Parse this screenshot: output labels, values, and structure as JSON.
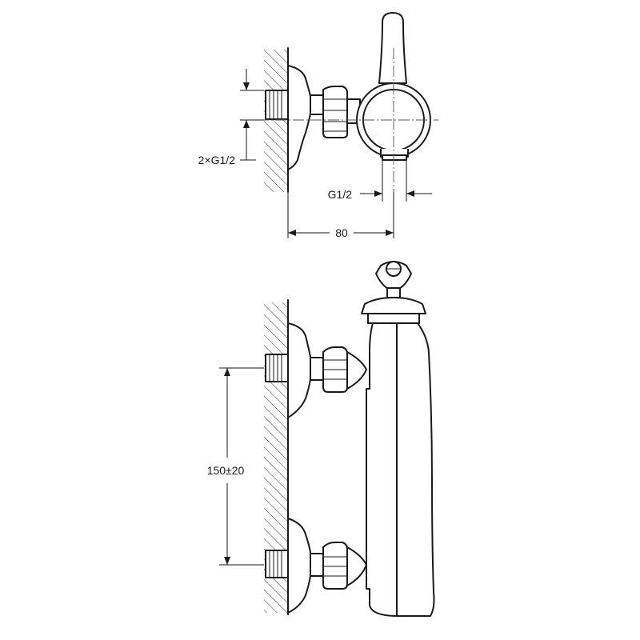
{
  "dimensions": {
    "inlet_thread": "2×G1/2",
    "outlet_thread": "G1/2",
    "projection": "80",
    "inlet_spacing": "150±20"
  },
  "colors": {
    "line": "#1a1a1a",
    "background": "#ffffff"
  }
}
